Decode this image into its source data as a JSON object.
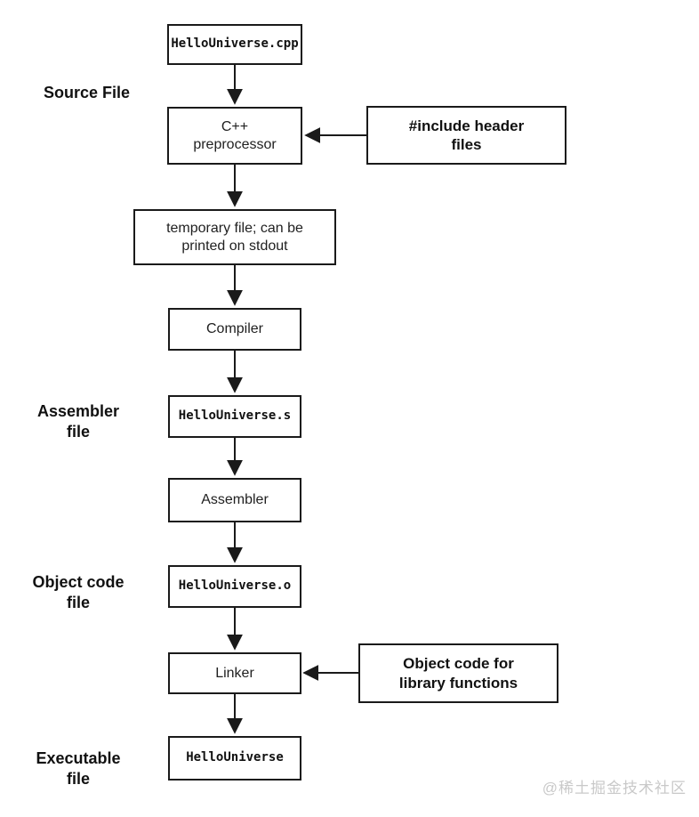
{
  "diagram": {
    "nodes": {
      "source_file": "HelloUniverse.cpp",
      "preprocessor": "C++\npreprocessor",
      "temp_file": "temporary file; can be\nprinted on stdout",
      "compiler": "Compiler",
      "assembler_file": "HelloUniverse.s",
      "assembler": "Assembler",
      "object_file": "HelloUniverse.o",
      "linker": "Linker",
      "executable": "HelloUniverse"
    },
    "annotations": {
      "include_headers": "#include header\nfiles",
      "library_objects": "Object code for\nlibrary functions"
    },
    "side_labels": {
      "source": "Source File",
      "assembler": "Assembler\nfile",
      "object": "Object code\nfile",
      "executable": "Executable\nfile"
    },
    "watermark": "@稀土掘金技术社区",
    "colors": {
      "line": "#1a1a1a",
      "background": "#ffffff",
      "watermark": "#c9c9c9"
    }
  }
}
